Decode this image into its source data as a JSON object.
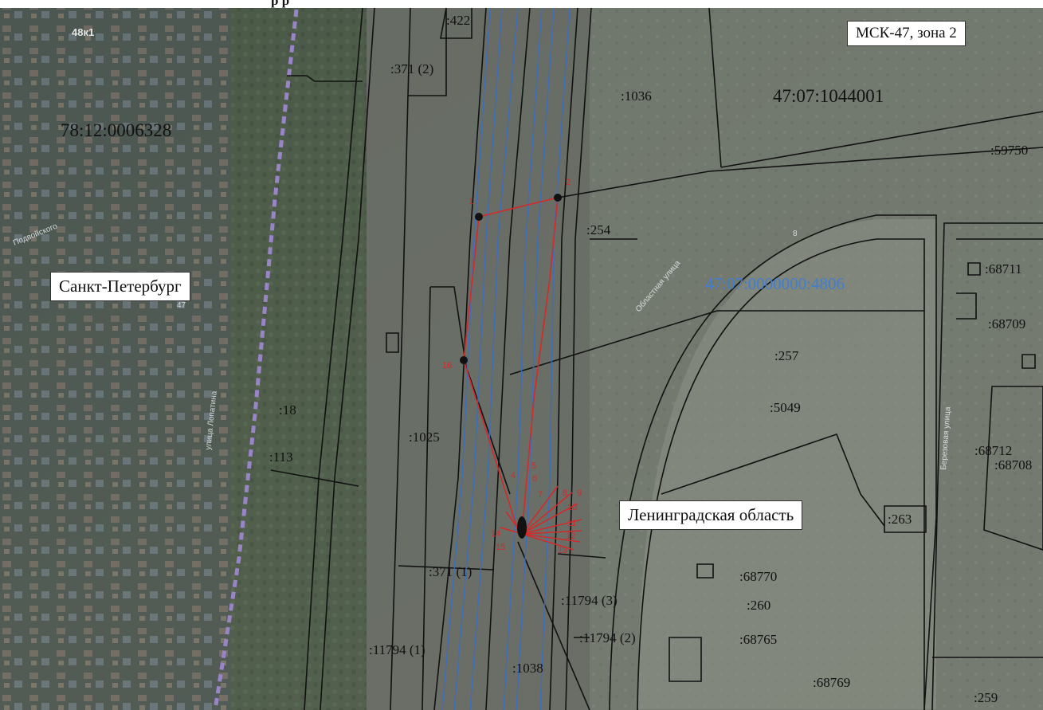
{
  "map": {
    "title_fragment": "р                                                        р                                ",
    "crs_label": "МСК-47, зона 2",
    "region_labels": {
      "spb": "Санкт-Петербург",
      "lo": "Ленинградская область"
    },
    "quarter_labels": {
      "q_spb": "78:12:0006328",
      "q_lo": "47:07:1044001",
      "q_highlight": "47:07:0000000:4806"
    },
    "parcel_labels": {
      "p422": ":422",
      "p371_2": ":371 (2)",
      "p1036": ":1036",
      "p59750": ":59750",
      "p254": ":254",
      "p68711": ":68711",
      "p68709": ":68709",
      "p257": ":257",
      "p5049": ":5049",
      "p18": ":18",
      "p1025": ":1025",
      "p113": ":113",
      "p68712": ":68712",
      "p68708": ":68708",
      "p263": ":263",
      "p371_1": ":371 (1)",
      "p68770": ":68770",
      "p260": ":260",
      "p11794_3": ":11794 (3)",
      "p11794_2": ":11794 (2)",
      "p68765": ":68765",
      "p11794_1": ":11794 (1)",
      "p1038": ":1038",
      "p68769": ":68769",
      "p259": ":259",
      "p48k1": "48к1"
    },
    "street_labels": {
      "podvoyskogo": "Подвойского",
      "oblastnaya": "Областная улица",
      "lopatina": "улица Лопатина",
      "berezovaya": "Березовая улица",
      "house47": "47",
      "house8": "8"
    },
    "point_labels": [
      "1",
      "2",
      "16",
      "4",
      "5",
      "6",
      "7",
      "8",
      "9",
      "10",
      "11",
      "12",
      "13",
      "14",
      "15"
    ],
    "colors": {
      "boundary_red": "#d42a2a",
      "quarter_blue": "#3a6fc4",
      "city_border_purple": "#9a84c8",
      "parcel_black": "#111111"
    }
  }
}
